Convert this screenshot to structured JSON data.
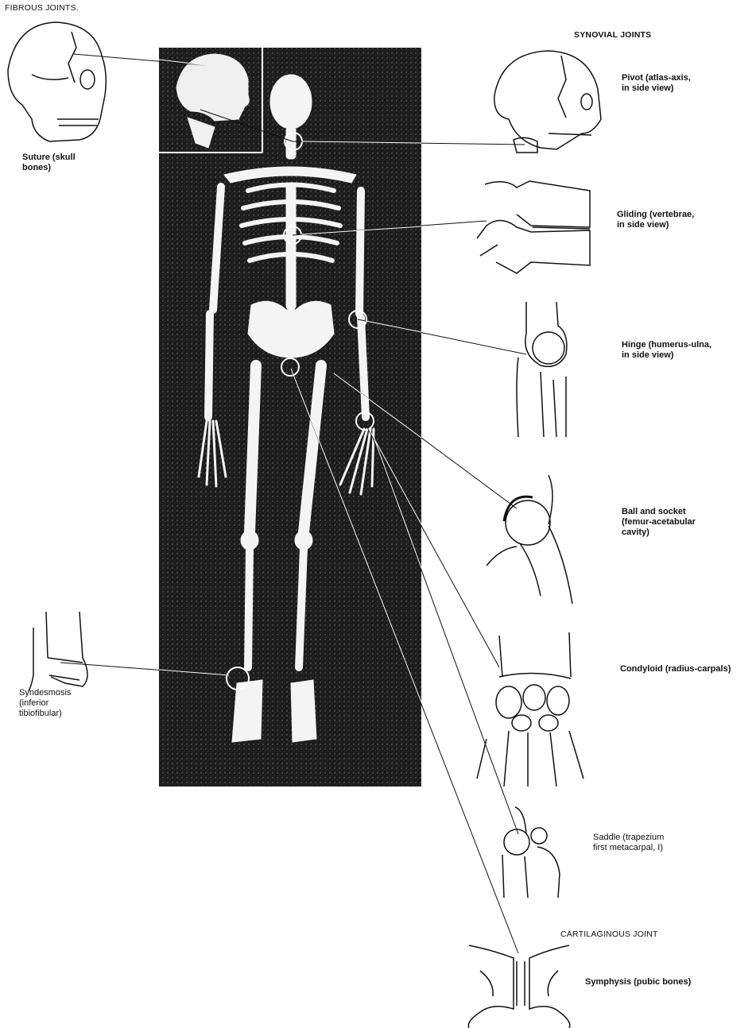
{
  "headings": {
    "fibrous": "FIBROUS JOINTS.",
    "synovial": "SYNOVIAL JOINTS",
    "cartilaginous": "CARTILAGINOUS JOINT"
  },
  "joints": {
    "suture": "Suture (skull\nbones)",
    "syndesmosis": "Syndesmosis\n(inferior\ntibiofibular)",
    "pivot": "Pivot (atlas-axis,\nin side view)",
    "gliding": "Gliding (vertebrae,\nin side view)",
    "hinge": "Hinge (humerus-ulna,\nin side view)",
    "ball_socket": "Ball and socket\n(femur-acetabular\ncavity)",
    "condyloid": "Condyloid (radius-carpals)",
    "saddle": "Saddle (trapezium\nfirst metacarpal, I)",
    "symphysis": "Symphysis (pubic bones)"
  },
  "colors": {
    "ink": "#111111",
    "panel": "#1b1b1b",
    "bone": "#f4f4f4"
  }
}
